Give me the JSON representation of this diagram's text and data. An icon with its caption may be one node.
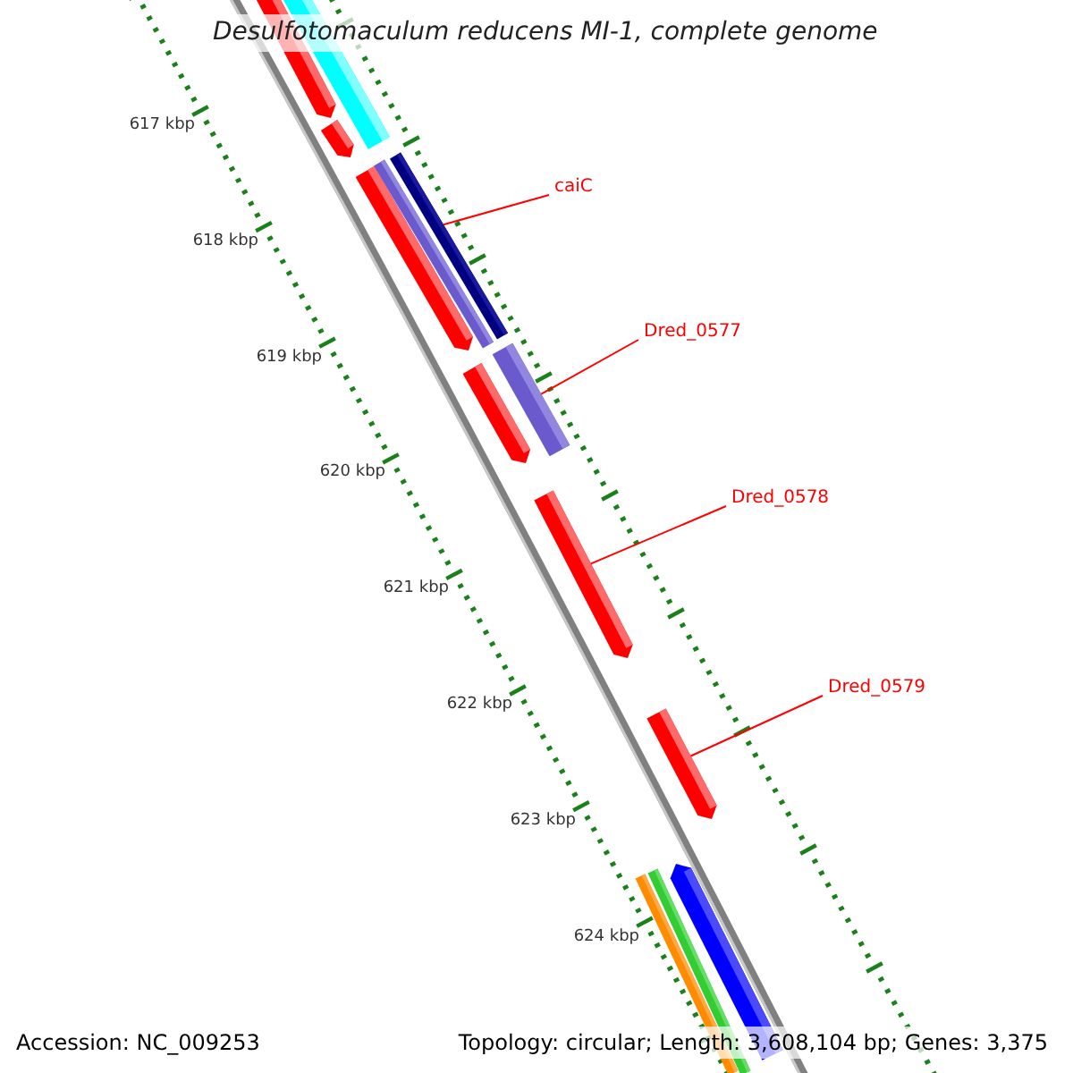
{
  "diagram": {
    "title": "Desulfotomaculum reducens MI-1, complete genome",
    "nodes": [
      {
        "text": [
          "caiC"
        ]
      },
      {
        "text": [],
        "shape": "bar"
      },
      {
        "text": [
          "Dred_0577"
        ]
      },
      {
        "text": [],
        "shape": "bar"
      },
      {
        "text": [
          "Dred_0578"
        ]
      },
      {
        "text": [],
        "shape": "bar"
      },
      {
        "text": [
          "Dred_0579"
        ]
      },
      {
        "text": [],
        "shape": "bar"
      }
    ],
    "edges": [
      {
        "from": 0,
        "to": 1,
        "arrow": "none"
      },
      {
        "from": 2,
        "to": 3,
        "arrow": "none"
      },
      {
        "from": 4,
        "to": 5,
        "arrow": "none"
      },
      {
        "from": 6,
        "to": 7,
        "arrow": "none"
      }
    ],
    "labels": [
      "617 kbp",
      "618 kbp",
      "619 kbp",
      "620 kbp",
      "621 kbp",
      "622 kbp",
      "623 kbp",
      "624 kbp",
      "Accession: NC_009253",
      "Topology: circular; Length: 3,608,104 bp; Genes: 3,375"
    ]
  }
}
